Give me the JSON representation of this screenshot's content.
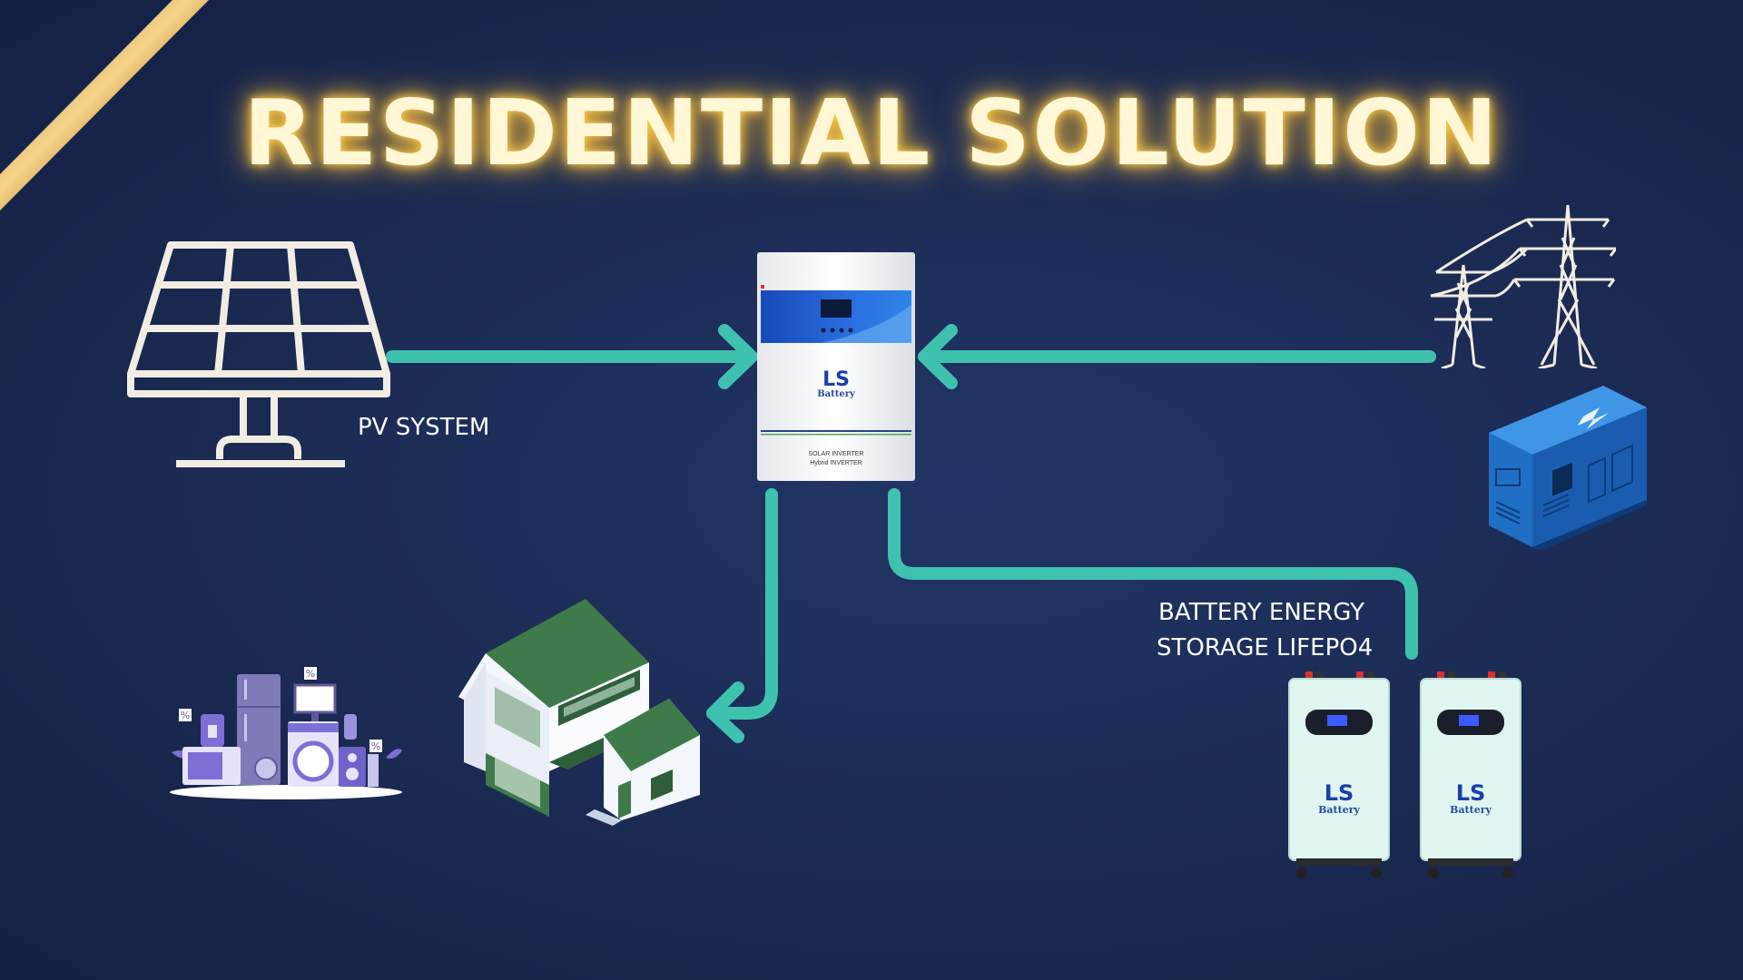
{
  "title": "RESIDENTIAL SOLUTION",
  "labels": {
    "pv_system": "PV SYSTEM",
    "battery_line1": "BATTERY ENERGY",
    "battery_line2": "STORAGE LIFEPO4"
  },
  "inverter": {
    "brand_top": "LS",
    "brand_bottom": "Battery",
    "caption_line1": "SOLAR INVERTER",
    "caption_line2": "Hybrid INVERTER"
  },
  "battery_units": [
    {
      "brand_top": "LS",
      "brand_bottom": "Battery"
    },
    {
      "brand_top": "LS",
      "brand_bottom": "Battery"
    }
  ],
  "appliance_badges": [
    "%",
    "%",
    "%"
  ],
  "colors": {
    "background": "#1a2a52",
    "flow_line": "#3fc1b0",
    "title_glow": "#f5b73a",
    "generator": "#1f6fc4",
    "house_roof": "#3f7a4a",
    "battery_body": "#dff5ef"
  },
  "icons": [
    "solar-panel-icon",
    "transmission-tower-icon",
    "generator-icon",
    "house-icon",
    "appliances-icon",
    "inverter-icon",
    "battery-icon"
  ]
}
